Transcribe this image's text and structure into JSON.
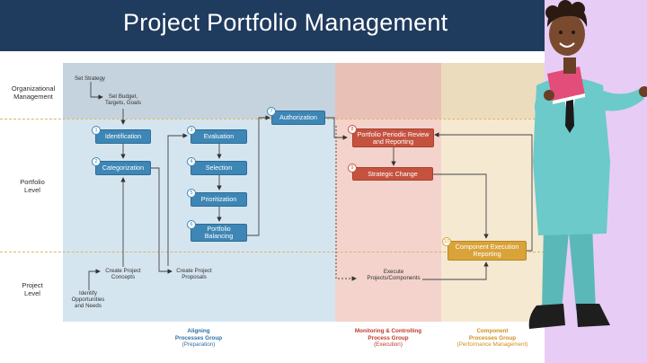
{
  "header": {
    "title": "Project Portfolio Management"
  },
  "row_labels": {
    "organizational": "Organizational Management",
    "portfolio": "Portfolio Level",
    "project": "Project Level"
  },
  "org_texts": {
    "set_strategy": "Set Strategy",
    "set_budget": "Set Budget, Targets, Goals"
  },
  "boxes": {
    "identification": {
      "num": "1",
      "label": "Identification"
    },
    "categorization": {
      "num": "2",
      "label": "Categorization"
    },
    "evaluation": {
      "num": "3",
      "label": "Evaluation"
    },
    "selection": {
      "num": "4",
      "label": "Selection"
    },
    "prioritization": {
      "num": "5",
      "label": "Prioritization"
    },
    "portfolio_balancing": {
      "num": "6",
      "label": "Portfolio Balancing"
    },
    "authorization": {
      "num": "7",
      "label": "Authorization"
    },
    "periodic_review": {
      "num": "8",
      "label": "Portfolio Periodic Review and Reporting"
    },
    "strategic_change": {
      "num": "9",
      "label": "Strategic Change"
    },
    "component_reporting": {
      "num": "10",
      "label": "Component Execution Reporting"
    }
  },
  "project_texts": {
    "identify": "Identify Opportunities and Needs",
    "create_concepts": "Create Project Concepts",
    "create_proposals": "Create Project Proposals",
    "execute": "Execute Projects/Components"
  },
  "footer": {
    "aligning": {
      "line1": "Aligning",
      "line2": "Processes Group",
      "line3": "(Preparation)"
    },
    "monitoring": {
      "line1": "Monitoring & Controlling",
      "line2": "Process Group",
      "line3": "(Execution)"
    },
    "component": {
      "line1": "Component",
      "line2": "Processes Group",
      "line3": "(Performance Management)"
    }
  },
  "colors": {
    "header": "#1f3b5e",
    "blue_box": "#3d86b5",
    "red_box": "#c5523f",
    "gold_box": "#d9a33a",
    "aligning_zone": "#d5e5f0",
    "monitoring_zone": "#f3d3cb",
    "component_zone": "#f5e9d2",
    "footer_blue": "#2f6fa3",
    "footer_red": "#c0392b",
    "footer_gold": "#d08f1f",
    "accent_lilac": "#e7cdf5"
  }
}
